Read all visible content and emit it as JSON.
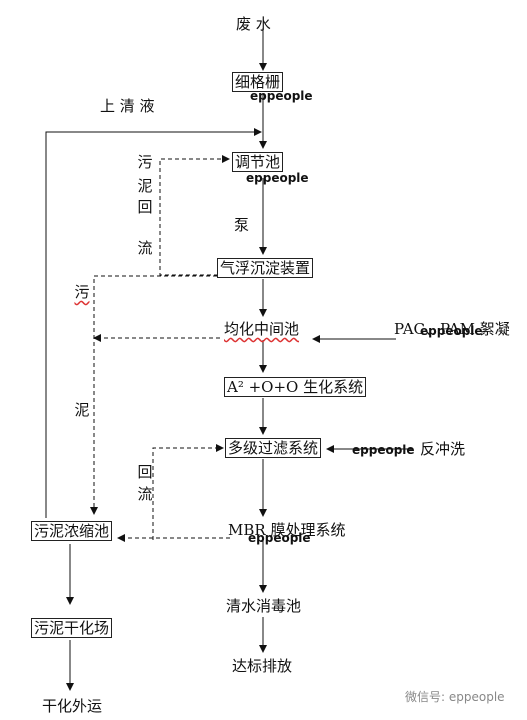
{
  "nodes": {
    "wastewater": "废  水",
    "fine_screen": "细格栅",
    "regulating_tank": "调节池",
    "air_flotation": "气浮沉淀装置",
    "equalization_tank": "均化中间池",
    "bio_system": "A² +O+O 生化系统",
    "multi_filter": "多级过滤系统",
    "mbr": "MBR 膜处理系统",
    "clear_disinfection": "清水消毒池",
    "discharge": "达标排放",
    "sludge_thickener": "污泥浓缩池",
    "sludge_drying": "污泥干化场",
    "external_transport": "干化外运"
  },
  "labels": {
    "supernatant": "上  清  液",
    "pump": "泵",
    "pac_pam": "PAC、PAM 絮凝",
    "backwash": "反冲洗",
    "sludge_return_vertical": [
      "污",
      "泥",
      "回",
      "流"
    ],
    "sludge_left_1": "污",
    "sludge_left_2": "泥",
    "return_vertical": [
      "回",
      "流"
    ]
  },
  "watermarks": {
    "text": "eppeople",
    "footer": "微信号: eppeople"
  }
}
